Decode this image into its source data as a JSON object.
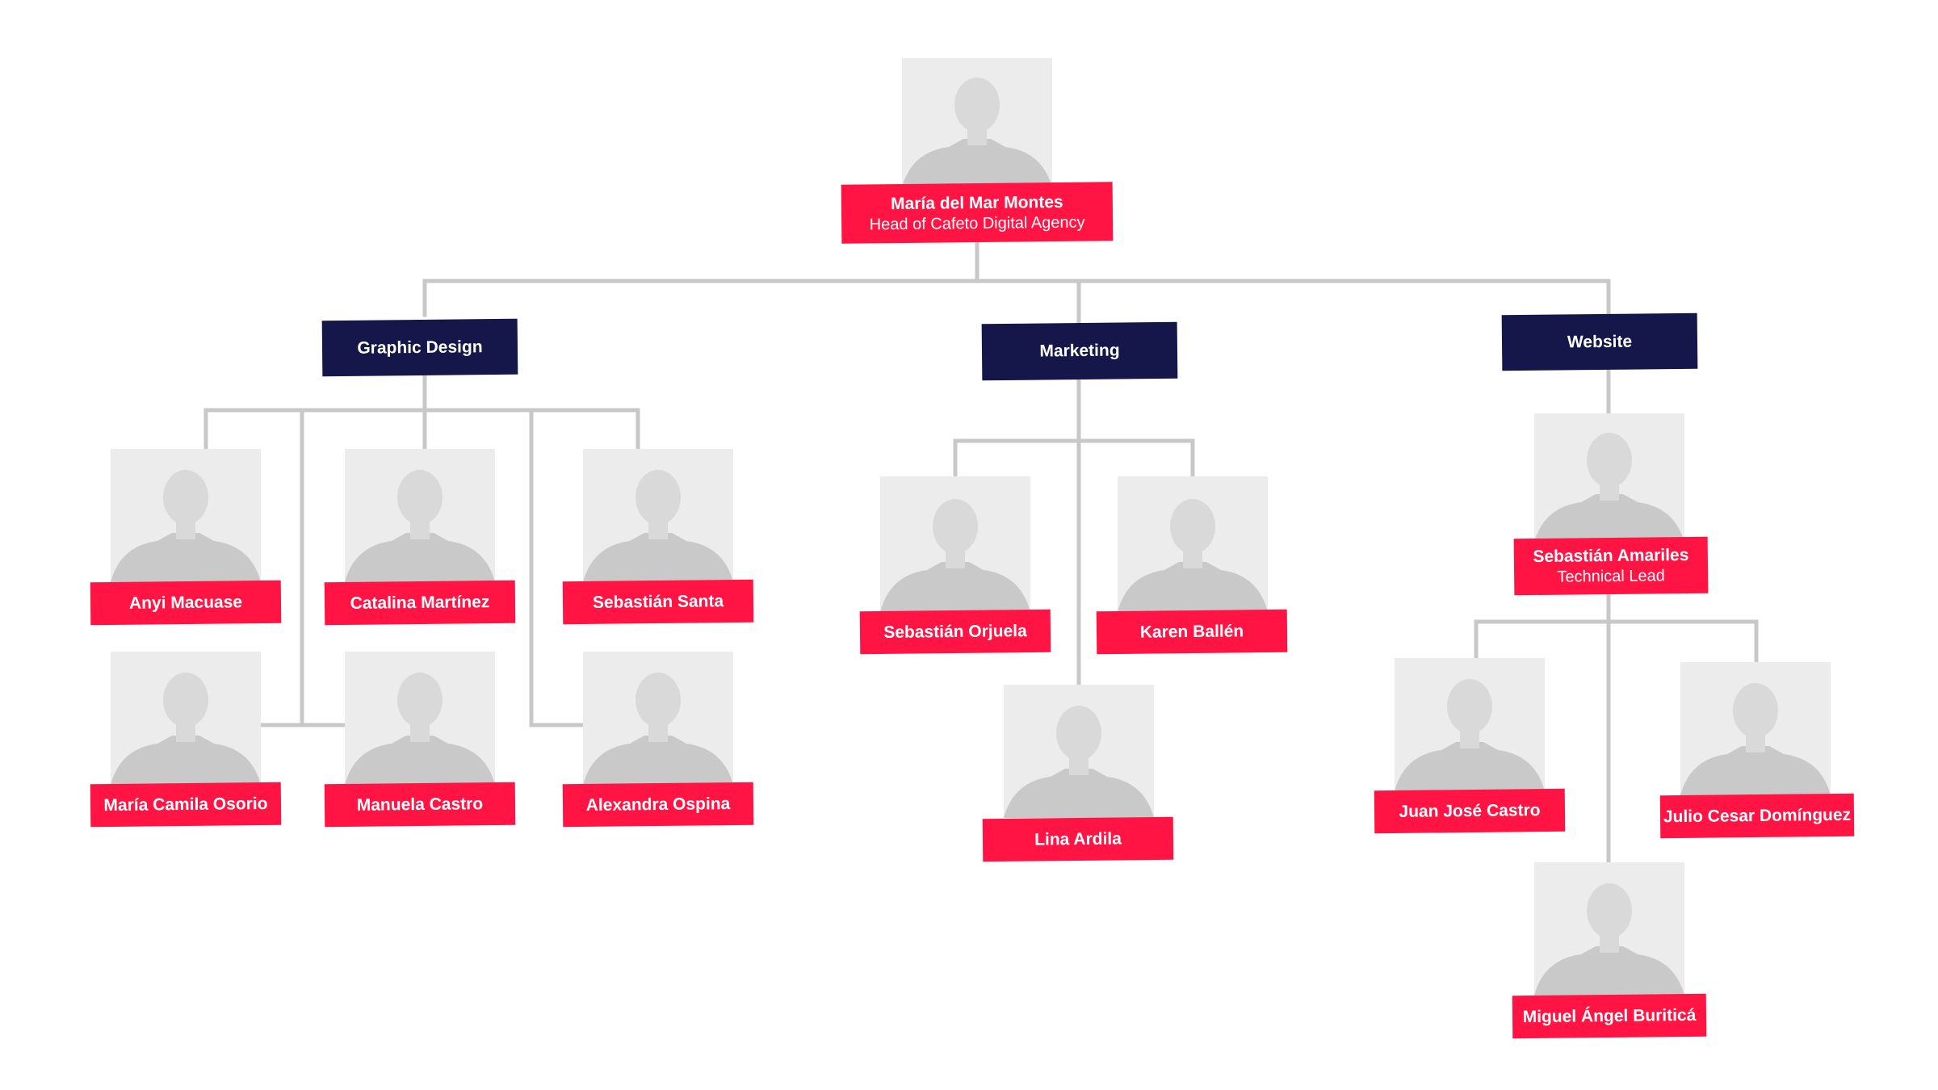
{
  "head": {
    "name": "María del Mar Montes",
    "role": "Head of Cafeto Digital Agency"
  },
  "departments": {
    "graphic_design": {
      "title": "Graphic Design",
      "members": [
        {
          "name": "Anyi Macuase"
        },
        {
          "name": "Catalina Martínez"
        },
        {
          "name": "Sebastián Santa"
        },
        {
          "name": "María Camila Osorio"
        },
        {
          "name": "Manuela Castro"
        },
        {
          "name": "Alexandra Ospina"
        }
      ]
    },
    "marketing": {
      "title": "Marketing",
      "members": [
        {
          "name": "Sebastián Orjuela"
        },
        {
          "name": "Karen Ballén"
        },
        {
          "name": "Lina Ardila"
        }
      ]
    },
    "website": {
      "title": "Website",
      "lead": {
        "name": "Sebastián Amariles",
        "role": "Technical Lead"
      },
      "members": [
        {
          "name": "Juan José Castro"
        },
        {
          "name": "Julio Cesar Domínguez"
        },
        {
          "name": "Miguel Ángel Buriticá"
        }
      ]
    }
  },
  "colors": {
    "name_label": "#ff1443",
    "department_label": "#151649",
    "connector": "#c8c8c8",
    "photo_background": "#ececec"
  },
  "icons": {
    "portrait": "person-silhouette-icon"
  }
}
